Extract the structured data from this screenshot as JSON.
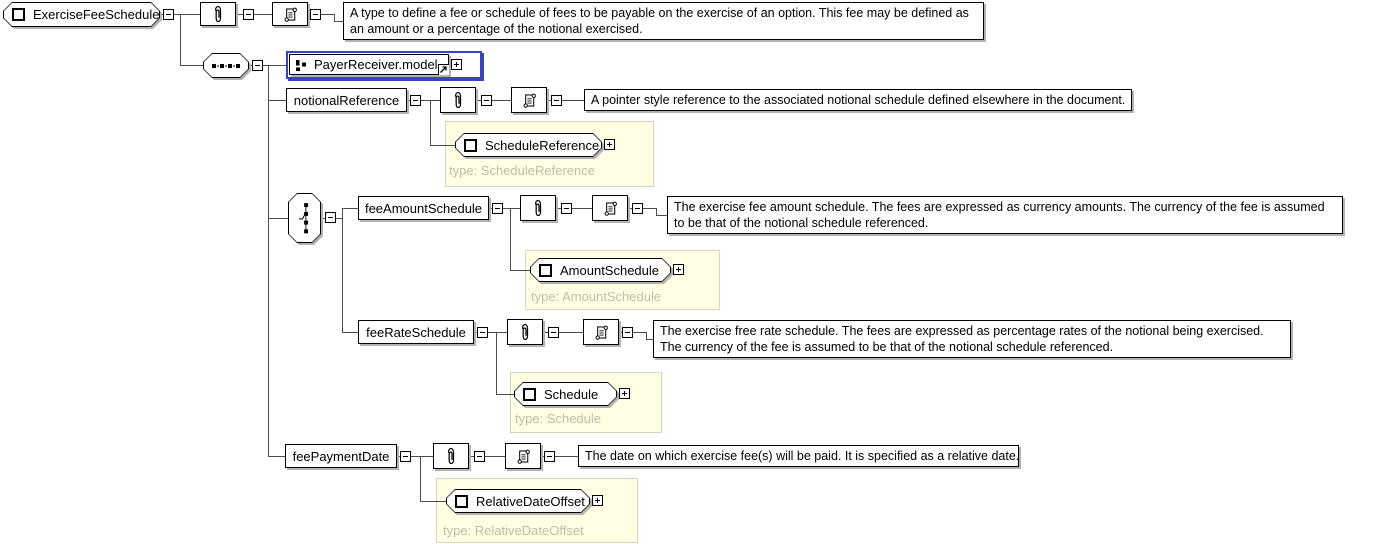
{
  "root": {
    "name": "ExerciseFeeSchedule",
    "doc": "A type to define a fee or schedule of fees to be payable on the exercise of an option. This fee may be defined as an amount or a percentage of the notional exercised."
  },
  "model_group": {
    "name": "PayerReceiver.model"
  },
  "elements": [
    {
      "name": "notionalReference",
      "doc": "A pointer style reference to the associated notional schedule defined elsewhere in the document.",
      "type_name": "ScheduleReference",
      "type_caption": "type: ScheduleReference"
    },
    {
      "name": "feeAmountSchedule",
      "doc": "The exercise fee amount schedule. The fees are expressed as currency amounts. The currency of the fee is assumed to be that of the notional schedule referenced.",
      "type_name": "AmountSchedule",
      "type_caption": "type: AmountSchedule"
    },
    {
      "name": "feeRateSchedule",
      "doc": "The exercise free rate schedule. The fees are expressed as percentage rates of the notional being exercised. The currency of the fee is assumed to be that of the notional schedule referenced.",
      "type_name": "Schedule",
      "type_caption": "type: Schedule"
    },
    {
      "name": "feePaymentDate",
      "doc": "The date on which exercise fee(s) will be paid. It is specified as a relative date.",
      "type_name": "RelativeDateOffset",
      "type_caption": "type: RelativeDateOffset"
    }
  ],
  "icons": {
    "complex_type": "square-icon",
    "attributes": "paperclip-icon",
    "annotation": "scroll-icon",
    "sequence": "sequence-icon",
    "choice": "choice-icon",
    "model_group": "model-group-icon",
    "reference_link": "link-arrow-icon"
  },
  "colors": {
    "selection_blue": "#3543c7",
    "panel_yellow": "#ffffe3",
    "type_caption_gray": "#bdbdad",
    "connector_gray": "#4d4d4d",
    "shadow_gray": "#b2b2b2"
  }
}
